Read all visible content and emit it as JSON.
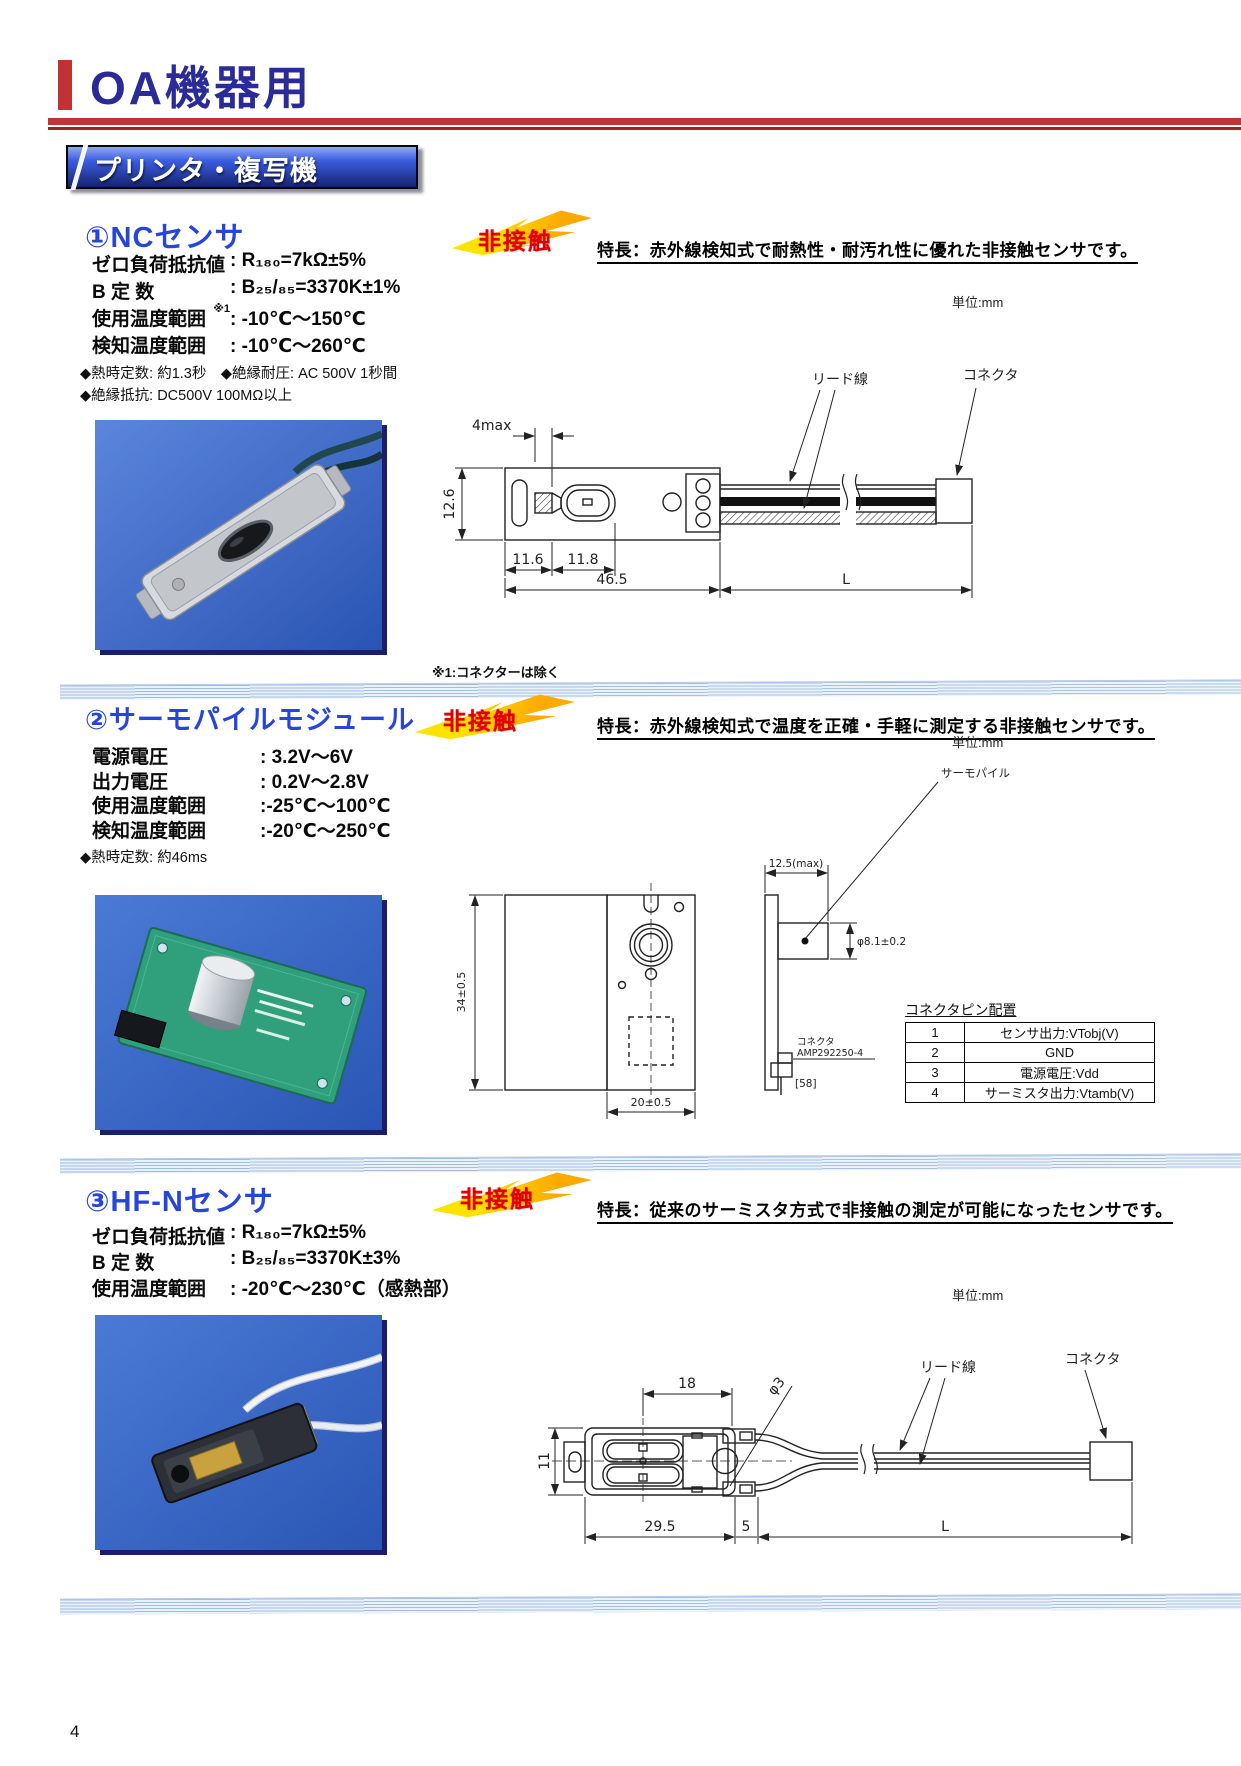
{
  "page": {
    "title": "OA機器用",
    "banner": "プリンタ・複写機",
    "page_number": "4"
  },
  "stamp_label": "非接触",
  "unit_label": "単位:mm",
  "sections": [
    {
      "title": "①NCセンサ",
      "feature": "特長：赤外線検知式で耐熱性・耐汚れ性に優れた非接触センサです。",
      "specs": [
        {
          "label": "ゼロ負荷抵抗値",
          "mark": "",
          "value": ": R₁₈₀=7kΩ±5%"
        },
        {
          "label": "B 定 数",
          "mark": "",
          "value": ": B₂₅/₈₅=3370K±1%"
        },
        {
          "label": "使用温度範囲",
          "mark": "※1",
          "value": ": -10℃～150℃"
        },
        {
          "label": "検知温度範囲",
          "mark": "",
          "value": ": -10℃～260℃"
        }
      ],
      "notes": [
        "◆熱時定数: 約1.3秒　◆絶縁耐圧: AC 500V 1秒間",
        "◆絶縁抵抗: DC500V 100MΩ以上"
      ],
      "footnote": "※1:コネクターは除く",
      "drawing": {
        "dim_top": "4max",
        "dim_height": "12.6",
        "dim_a": "11.6",
        "dim_b": "11.8",
        "dim_body": "46.5",
        "dim_l": "L",
        "lead_label": "リード線",
        "connector_label": "コネクタ"
      }
    },
    {
      "title": "②サーモパイルモジュール",
      "feature": "特長：赤外線検知式で温度を正確・手軽に測定する非接触センサです。",
      "specs": [
        {
          "label": "電源電圧",
          "value": ": 3.2V～6V"
        },
        {
          "label": "出力電圧",
          "value": ": 0.2V～2.8V"
        },
        {
          "label": "使用温度範囲",
          "value": ":-25℃～100℃"
        },
        {
          "label": "検知温度範囲",
          "value": ":-20℃～250℃"
        }
      ],
      "notes": [
        "◆熱時定数: 約46ms"
      ],
      "drawing": {
        "thermopile_label": "サーモパイル",
        "dim_width_top": "12.5(max)",
        "dim_dia": "φ8.1±0.2",
        "dim_height": "34±0.5",
        "dim_width": "20±0.5",
        "dim_58": "[58]",
        "connector_label": "コネクタ",
        "connector_model": "AMP292250-4"
      },
      "pin_table": {
        "title": "コネクタピン配置",
        "rows": [
          {
            "pin": "1",
            "desc": "センサ出力:VTobj(V)"
          },
          {
            "pin": "2",
            "desc": "GND"
          },
          {
            "pin": "3",
            "desc": "電源電圧:Vdd"
          },
          {
            "pin": "4",
            "desc": "サーミスタ出力:Vtamb(V)"
          }
        ]
      }
    },
    {
      "title": "③HF-Nセンサ",
      "feature": "特長：従来のサーミスタ方式で非接触の測定が可能になったセンサです。",
      "specs": [
        {
          "label": "ゼロ負荷抵抗値",
          "value": ": R₁₈₀=7kΩ±5%"
        },
        {
          "label": "B 定 数",
          "value": ": B₂₅/₈₅=3370K±3%"
        },
        {
          "label": "使用温度範囲",
          "value": ": -20℃～230℃（感熱部）"
        }
      ],
      "drawing": {
        "dim_top": "18",
        "dim_dia": "φ3",
        "dim_height": "11",
        "dim_body": "29.5",
        "dim_gap": "5",
        "dim_l": "L",
        "lead_label": "リード線",
        "connector_label": "コネクタ"
      }
    }
  ]
}
